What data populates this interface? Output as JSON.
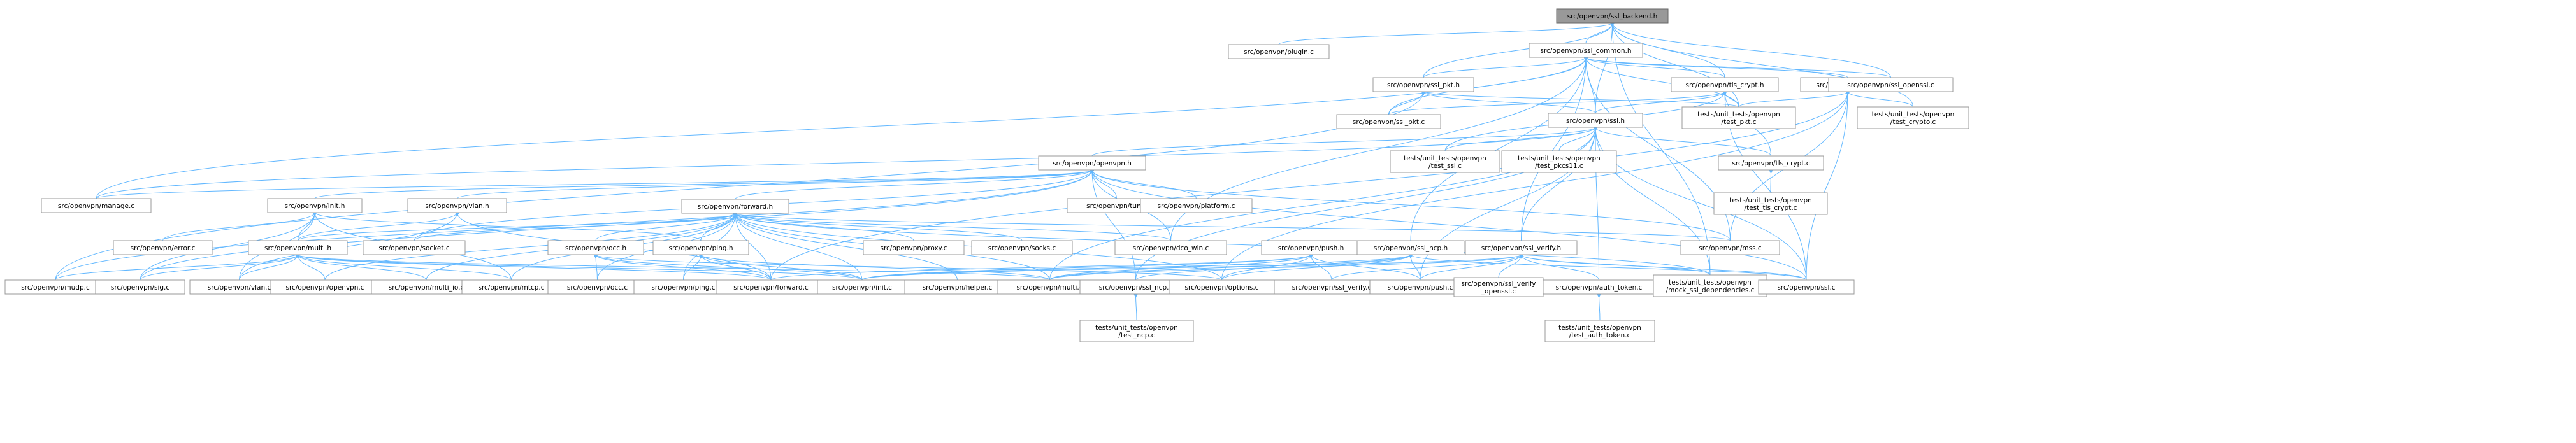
{
  "title": "",
  "colors": {
    "edge": "#63b8ff",
    "node_border": "#999999",
    "root_fill": "#999999"
  },
  "nodes": [
    {
      "id": "root",
      "label": [
        "src/openvpn/ssl_backend.h"
      ],
      "root": true
    },
    {
      "id": "plugin_c",
      "label": [
        "src/openvpn/plugin.c"
      ]
    },
    {
      "id": "ssl_common_h",
      "label": [
        "src/openvpn/ssl_common.h"
      ]
    },
    {
      "id": "ssl_pkt_h",
      "label": [
        "src/openvpn/ssl_pkt.h"
      ]
    },
    {
      "id": "tls_crypt_h",
      "label": [
        "src/openvpn/tls_crypt.h"
      ]
    },
    {
      "id": "mss_h",
      "label": [
        "src/openvpn/mss.h"
      ]
    },
    {
      "id": "ssl_openssl_c",
      "label": [
        "src/openvpn/ssl_openssl.c"
      ]
    },
    {
      "id": "ssl_pkt_c",
      "label": [
        "src/openvpn/ssl_pkt.c"
      ]
    },
    {
      "id": "ssl_h",
      "label": [
        "src/openvpn/ssl.h"
      ]
    },
    {
      "id": "test_pkt",
      "label": [
        "tests/unit_tests/openvpn",
        "/test_pkt.c"
      ]
    },
    {
      "id": "test_crypto",
      "label": [
        "tests/unit_tests/openvpn",
        "/test_crypto.c"
      ]
    },
    {
      "id": "openvpn_h",
      "label": [
        "src/openvpn/openvpn.h"
      ]
    },
    {
      "id": "test_ssl",
      "label": [
        "tests/unit_tests/openvpn",
        "/test_ssl.c"
      ]
    },
    {
      "id": "test_pkcs11",
      "label": [
        "tests/unit_tests/openvpn",
        "/test_pkcs11.c"
      ]
    },
    {
      "id": "tls_crypt_c",
      "label": [
        "src/openvpn/tls_crypt.c"
      ]
    },
    {
      "id": "test_tls_crypt",
      "label": [
        "tests/unit_tests/openvpn",
        "/test_tls_crypt.c"
      ]
    },
    {
      "id": "manage_c",
      "label": [
        "src/openvpn/manage.c"
      ]
    },
    {
      "id": "init_h",
      "label": [
        "src/openvpn/init.h"
      ]
    },
    {
      "id": "vlan_h",
      "label": [
        "src/openvpn/vlan.h"
      ]
    },
    {
      "id": "forward_h",
      "label": [
        "src/openvpn/forward.h"
      ]
    },
    {
      "id": "tun_c",
      "label": [
        "src/openvpn/tun.c"
      ]
    },
    {
      "id": "platform_c",
      "label": [
        "src/openvpn/platform.c"
      ]
    },
    {
      "id": "error_c",
      "label": [
        "src/openvpn/error.c"
      ]
    },
    {
      "id": "multi_h",
      "label": [
        "src/openvpn/multi.h"
      ]
    },
    {
      "id": "socket_c",
      "label": [
        "src/openvpn/socket.c"
      ]
    },
    {
      "id": "occ_h",
      "label": [
        "src/openvpn/occ.h"
      ]
    },
    {
      "id": "ping_h",
      "label": [
        "src/openvpn/ping.h"
      ]
    },
    {
      "id": "proxy_c",
      "label": [
        "src/openvpn/proxy.c"
      ]
    },
    {
      "id": "socks_c",
      "label": [
        "src/openvpn/socks.c"
      ]
    },
    {
      "id": "dco_win_c",
      "label": [
        "src/openvpn/dco_win.c"
      ]
    },
    {
      "id": "push_h",
      "label": [
        "src/openvpn/push.h"
      ]
    },
    {
      "id": "ssl_ncp_h",
      "label": [
        "src/openvpn/ssl_ncp.h"
      ]
    },
    {
      "id": "ssl_verify_h",
      "label": [
        "src/openvpn/ssl_verify.h"
      ]
    },
    {
      "id": "mss_c",
      "label": [
        "src/openvpn/mss.c"
      ]
    },
    {
      "id": "mudp_c",
      "label": [
        "src/openvpn/mudp.c"
      ]
    },
    {
      "id": "sig_c",
      "label": [
        "src/openvpn/sig.c"
      ]
    },
    {
      "id": "vlan_c",
      "label": [
        "src/openvpn/vlan.c"
      ]
    },
    {
      "id": "openvpn_c",
      "label": [
        "src/openvpn/openvpn.c"
      ]
    },
    {
      "id": "multi_io_c",
      "label": [
        "src/openvpn/multi_io.c"
      ]
    },
    {
      "id": "mtcp_c",
      "label": [
        "src/openvpn/mtcp.c"
      ]
    },
    {
      "id": "occ_c",
      "label": [
        "src/openvpn/occ.c"
      ]
    },
    {
      "id": "ping_c",
      "label": [
        "src/openvpn/ping.c"
      ]
    },
    {
      "id": "forward_c",
      "label": [
        "src/openvpn/forward.c"
      ]
    },
    {
      "id": "init_c",
      "label": [
        "src/openvpn/init.c"
      ]
    },
    {
      "id": "helper_c",
      "label": [
        "src/openvpn/helper.c"
      ]
    },
    {
      "id": "multi_c",
      "label": [
        "src/openvpn/multi.c"
      ]
    },
    {
      "id": "ssl_ncp_c",
      "label": [
        "src/openvpn/ssl_ncp.c"
      ]
    },
    {
      "id": "options_c",
      "label": [
        "src/openvpn/options.c"
      ]
    },
    {
      "id": "ssl_verify_c",
      "label": [
        "src/openvpn/ssl_verify.c"
      ]
    },
    {
      "id": "push_c",
      "label": [
        "src/openvpn/push.c"
      ]
    },
    {
      "id": "ssl_verify_openssl_c",
      "label": [
        "src/openvpn/ssl_verify",
        "_openssl.c"
      ]
    },
    {
      "id": "auth_token_c",
      "label": [
        "src/openvpn/auth_token.c"
      ]
    },
    {
      "id": "mock_ssl_deps",
      "label": [
        "tests/unit_tests/openvpn",
        "/mock_ssl_dependencies.c"
      ]
    },
    {
      "id": "ssl_c",
      "label": [
        "src/openvpn/ssl.c"
      ]
    },
    {
      "id": "test_ncp",
      "label": [
        "tests/unit_tests/openvpn",
        "/test_ncp.c"
      ]
    },
    {
      "id": "test_auth_token",
      "label": [
        "tests/unit_tests/openvpn",
        "/test_auth_token.c"
      ]
    }
  ],
  "edges": [
    [
      "root",
      "plugin_c"
    ],
    [
      "root",
      "ssl_common_h"
    ],
    [
      "root",
      "ssl_openssl_c"
    ],
    [
      "root",
      "ssl_h"
    ],
    [
      "root",
      "ssl_pkt_h"
    ],
    [
      "root",
      "test_pkt"
    ],
    [
      "root",
      "test_crypto"
    ],
    [
      "root",
      "mock_ssl_deps"
    ],
    [
      "root",
      "tls_crypt_h"
    ],
    [
      "ssl_common_h",
      "ssl_pkt_h"
    ],
    [
      "ssl_common_h",
      "tls_crypt_h"
    ],
    [
      "ssl_common_h",
      "mss_h"
    ],
    [
      "ssl_common_h",
      "ssl_openssl_c"
    ],
    [
      "ssl_common_h",
      "ssl_h"
    ],
    [
      "ssl_common_h",
      "ssl_pkt_c"
    ],
    [
      "ssl_common_h",
      "test_pkt"
    ],
    [
      "ssl_common_h",
      "ssl_verify_h"
    ],
    [
      "ssl_common_h",
      "ssl_ncp_h"
    ],
    [
      "ssl_common_h",
      "dco_win_c"
    ],
    [
      "ssl_common_h",
      "mss_c"
    ],
    [
      "ssl_common_h",
      "manage_c"
    ],
    [
      "ssl_pkt_h",
      "ssl_pkt_c"
    ],
    [
      "ssl_pkt_h",
      "ssl_h"
    ],
    [
      "ssl_pkt_h",
      "test_pkt"
    ],
    [
      "ssl_pkt_h",
      "mudp_c"
    ],
    [
      "tls_crypt_h",
      "ssl_h"
    ],
    [
      "tls_crypt_h",
      "tls_crypt_c"
    ],
    [
      "tls_crypt_h",
      "test_pkt"
    ],
    [
      "tls_crypt_h",
      "ssl_c"
    ],
    [
      "tls_crypt_h",
      "test_ssl"
    ],
    [
      "tls_crypt_h",
      "ssl_pkt_c"
    ],
    [
      "mss_h",
      "test_pkt"
    ],
    [
      "mss_h",
      "mss_c"
    ],
    [
      "mss_h",
      "test_crypto"
    ],
    [
      "mss_h",
      "forward_c"
    ],
    [
      "mss_h",
      "options_c"
    ],
    [
      "mss_h",
      "ssl_c"
    ],
    [
      "ssl_h",
      "openvpn_h"
    ],
    [
      "ssl_h",
      "test_ssl"
    ],
    [
      "ssl_h",
      "test_pkcs11"
    ],
    [
      "ssl_h",
      "tls_crypt_c"
    ],
    [
      "ssl_h",
      "ssl_verify_h"
    ],
    [
      "ssl_h",
      "ssl_c"
    ],
    [
      "ssl_h",
      "auth_token_c"
    ],
    [
      "ssl_h",
      "mock_ssl_deps"
    ],
    [
      "ssl_h",
      "push_c"
    ],
    [
      "ssl_h",
      "ssl_ncp_c"
    ],
    [
      "ssl_h",
      "manage_c"
    ],
    [
      "ssl_h",
      "multi_c"
    ],
    [
      "tls_crypt_c",
      "test_tls_crypt"
    ],
    [
      "openvpn_h",
      "manage_c"
    ],
    [
      "openvpn_h",
      "init_h"
    ],
    [
      "openvpn_h",
      "vlan_h"
    ],
    [
      "openvpn_h",
      "forward_h"
    ],
    [
      "openvpn_h",
      "tun_c"
    ],
    [
      "openvpn_h",
      "platform_c"
    ],
    [
      "openvpn_h",
      "dco_win_c"
    ],
    [
      "openvpn_h",
      "mss_c"
    ],
    [
      "openvpn_h",
      "sig_c"
    ],
    [
      "openvpn_h",
      "mudp_c"
    ],
    [
      "openvpn_h",
      "ssl_ncp_c"
    ],
    [
      "openvpn_h",
      "ssl_c"
    ],
    [
      "openvpn_h",
      "socket_c"
    ],
    [
      "init_h",
      "error_c"
    ],
    [
      "init_h",
      "multi_h"
    ],
    [
      "init_h",
      "ping_h"
    ],
    [
      "init_h",
      "sig_c"
    ],
    [
      "init_h",
      "mtcp_c"
    ],
    [
      "init_h",
      "vlan_c"
    ],
    [
      "vlan_h",
      "multi_h"
    ],
    [
      "vlan_h",
      "vlan_c"
    ],
    [
      "vlan_h",
      "forward_c"
    ],
    [
      "forward_h",
      "multi_h"
    ],
    [
      "forward_h",
      "socket_c"
    ],
    [
      "forward_h",
      "occ_h"
    ],
    [
      "forward_h",
      "ping_h"
    ],
    [
      "forward_h",
      "proxy_c"
    ],
    [
      "forward_h",
      "socks_c"
    ],
    [
      "forward_h",
      "dco_win_c"
    ],
    [
      "forward_h",
      "mss_c"
    ],
    [
      "forward_h",
      "openvpn_c"
    ],
    [
      "forward_h",
      "multi_io_c"
    ],
    [
      "forward_h",
      "mtcp_c"
    ],
    [
      "forward_h",
      "occ_c"
    ],
    [
      "forward_h",
      "ping_c"
    ],
    [
      "forward_h",
      "forward_c"
    ],
    [
      "forward_h",
      "init_c"
    ],
    [
      "forward_h",
      "helper_c"
    ],
    [
      "forward_h",
      "multi_c"
    ],
    [
      "forward_h",
      "options_c"
    ],
    [
      "forward_h",
      "mock_ssl_deps"
    ],
    [
      "multi_h",
      "mudp_c"
    ],
    [
      "multi_h",
      "sig_c"
    ],
    [
      "multi_h",
      "vlan_c"
    ],
    [
      "multi_h",
      "openvpn_c"
    ],
    [
      "multi_h",
      "multi_io_c"
    ],
    [
      "multi_h",
      "mtcp_c"
    ],
    [
      "multi_h",
      "forward_c"
    ],
    [
      "multi_h",
      "init_c"
    ],
    [
      "multi_h",
      "multi_c"
    ],
    [
      "occ_h",
      "occ_c"
    ],
    [
      "occ_h",
      "forward_c"
    ],
    [
      "occ_h",
      "init_c"
    ],
    [
      "occ_h",
      "options_c"
    ],
    [
      "ping_h",
      "ping_c"
    ],
    [
      "ping_h",
      "forward_c"
    ],
    [
      "ping_h",
      "init_c"
    ],
    [
      "ping_h",
      "multi_c"
    ],
    [
      "push_h",
      "forward_c"
    ],
    [
      "push_h",
      "init_c"
    ],
    [
      "push_h",
      "multi_c"
    ],
    [
      "push_h",
      "push_c"
    ],
    [
      "push_h",
      "ssl_verify_c"
    ],
    [
      "push_h",
      "options_c"
    ],
    [
      "ssl_ncp_h",
      "ssl_ncp_c"
    ],
    [
      "ssl_ncp_h",
      "multi_c"
    ],
    [
      "ssl_ncp_h",
      "options_c"
    ],
    [
      "ssl_ncp_h",
      "push_c"
    ],
    [
      "ssl_ncp_h",
      "init_c"
    ],
    [
      "ssl_ncp_h",
      "ssl_c"
    ],
    [
      "ssl_verify_h",
      "ssl_verify_c"
    ],
    [
      "ssl_verify_h",
      "ssl_verify_openssl_c"
    ],
    [
      "ssl_verify_h",
      "auth_token_c"
    ],
    [
      "ssl_verify_h",
      "mock_ssl_deps"
    ],
    [
      "ssl_verify_h",
      "ssl_c"
    ],
    [
      "ssl_verify_h",
      "push_c"
    ],
    [
      "ssl_verify_h",
      "multi_c"
    ],
    [
      "ssl_verify_h",
      "init_c"
    ],
    [
      "ssl_ncp_c",
      "test_ncp"
    ],
    [
      "auth_token_c",
      "test_auth_token"
    ]
  ]
}
